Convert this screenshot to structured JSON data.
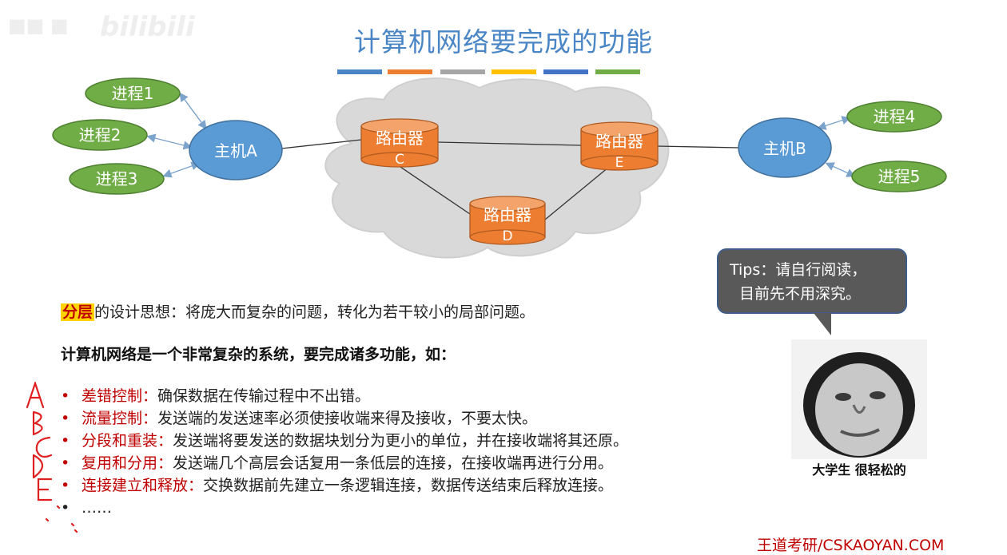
{
  "title": "计算机网络要完成的功能",
  "watermark": "bilibili",
  "stripes": [
    "#4a86c5",
    "#ed7d31",
    "#a5a5a5",
    "#ffc000",
    "#4472c4",
    "#70ad47"
  ],
  "diagram": {
    "processes": [
      "进程1",
      "进程2",
      "进程3",
      "进程4",
      "进程5"
    ],
    "hosts": [
      "主机A",
      "主机B"
    ],
    "routers": [
      {
        "label": "路由器",
        "letter": "C"
      },
      {
        "label": "路由器",
        "letter": "E"
      },
      {
        "label": "路由器",
        "letter": "D"
      }
    ]
  },
  "tips": {
    "line1": "Tips：请自行阅读，",
    "line2": "目前先不用深究。"
  },
  "meme_caption": "大学生 很轻松的",
  "layering": {
    "key": "分层",
    "rest": "的设计思想：将庞大而复杂的问题，转化为若干较小的局部问题。"
  },
  "heading": "计算机网络是一个非常复杂的系统，要完成诸多功能，如：",
  "functions": [
    {
      "key": "差错控制：",
      "desc": "确保数据在传输过程中不出错。"
    },
    {
      "key": "流量控制：",
      "desc": "发送端的发送速率必须使接收端来得及接收，不要太快。"
    },
    {
      "key": "分段和重装：",
      "desc": "发送端将要发送的数据块划分为更小的单位，并在接收端将其还原。"
    },
    {
      "key": "复用和分用：",
      "desc": "发送端几个高层会话复用一条低层的连接，在接收端再进行分用。"
    },
    {
      "key": "连接建立和释放：",
      "desc": "交换数据前先建立一条逻辑连接，数据传送结束后释放连接。"
    },
    {
      "key": "",
      "desc": "……"
    }
  ],
  "bullet": "•",
  "handwriting": [
    "A",
    "B",
    "C",
    "D",
    "E"
  ],
  "footer": "王道考研/CSKAOYAN.COM"
}
